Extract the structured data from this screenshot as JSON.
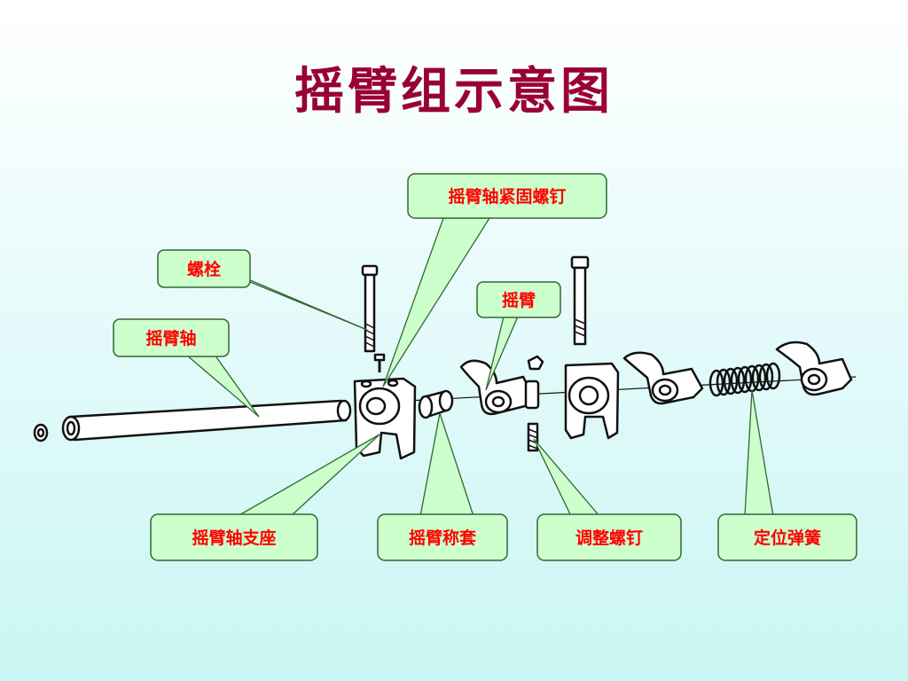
{
  "title": "摇臂组示意图",
  "colors": {
    "title": "#990033",
    "label_text": "#ff0000",
    "callout_fill": "#ccffcc",
    "callout_stroke": "#336633",
    "leader_stroke": "#336633"
  },
  "labels": {
    "rocker_shaft_bolt": "摇臂轴紧固螺钉",
    "bolt": "螺栓",
    "rocker_arm": "摇臂",
    "rocker_shaft": "摇臂轴",
    "rocker_shaft_support": "摇臂轴支座",
    "rocker_bushing": "摇臂称套",
    "adjusting_screw": "调整螺钉",
    "positioning_spring": "定位弹簧"
  }
}
